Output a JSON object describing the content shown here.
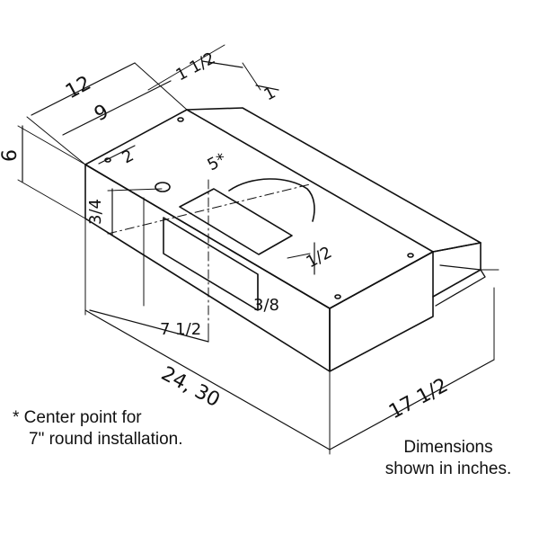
{
  "diagram": {
    "dimensions": {
      "depth": "12",
      "depth_inner": "9",
      "back_offset": "1 1/2",
      "back_step": "1",
      "height": "6",
      "side_offset": "2",
      "round_center": "5*",
      "top_rect_offset": "1/2",
      "front_rect_height": "3/4",
      "front_rect_bottom": "3/8",
      "front_offset": "7 1/2",
      "width": "24, 30",
      "projection": "17 1/2"
    },
    "footnote": {
      "line1": "* Center point for",
      "line2": "7\" round installation."
    },
    "units_note": {
      "line1": "Dimensions",
      "line2": "shown in inches."
    }
  }
}
